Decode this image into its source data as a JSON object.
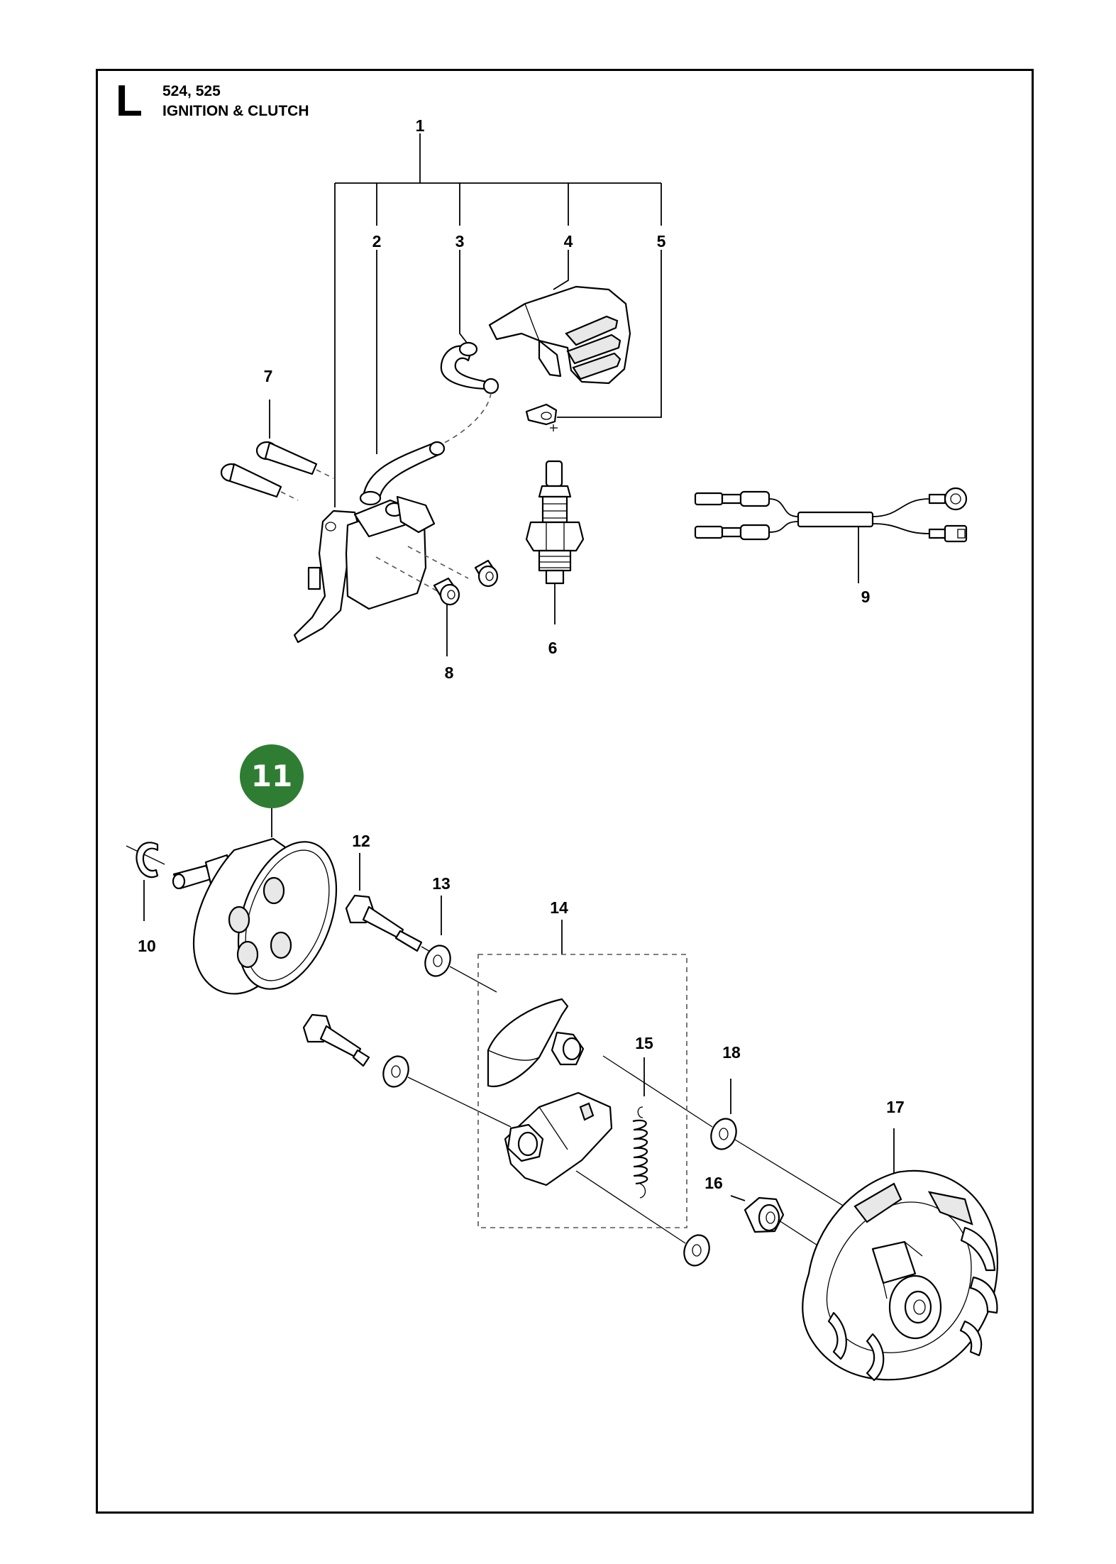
{
  "header": {
    "letter": "L",
    "models": "524, 525",
    "title": "IGNITION & CLUTCH"
  },
  "highlight": {
    "label": "11",
    "color": "#2e7d32"
  },
  "callouts": {
    "c1": "1",
    "c2": "2",
    "c3": "3",
    "c4": "4",
    "c5": "5",
    "c6": "6",
    "c7": "7",
    "c8": "8",
    "c9": "9",
    "c10": "10",
    "c12": "12",
    "c13": "13",
    "c14": "14",
    "c15": "15",
    "c16": "16",
    "c17": "17",
    "c18": "18"
  }
}
